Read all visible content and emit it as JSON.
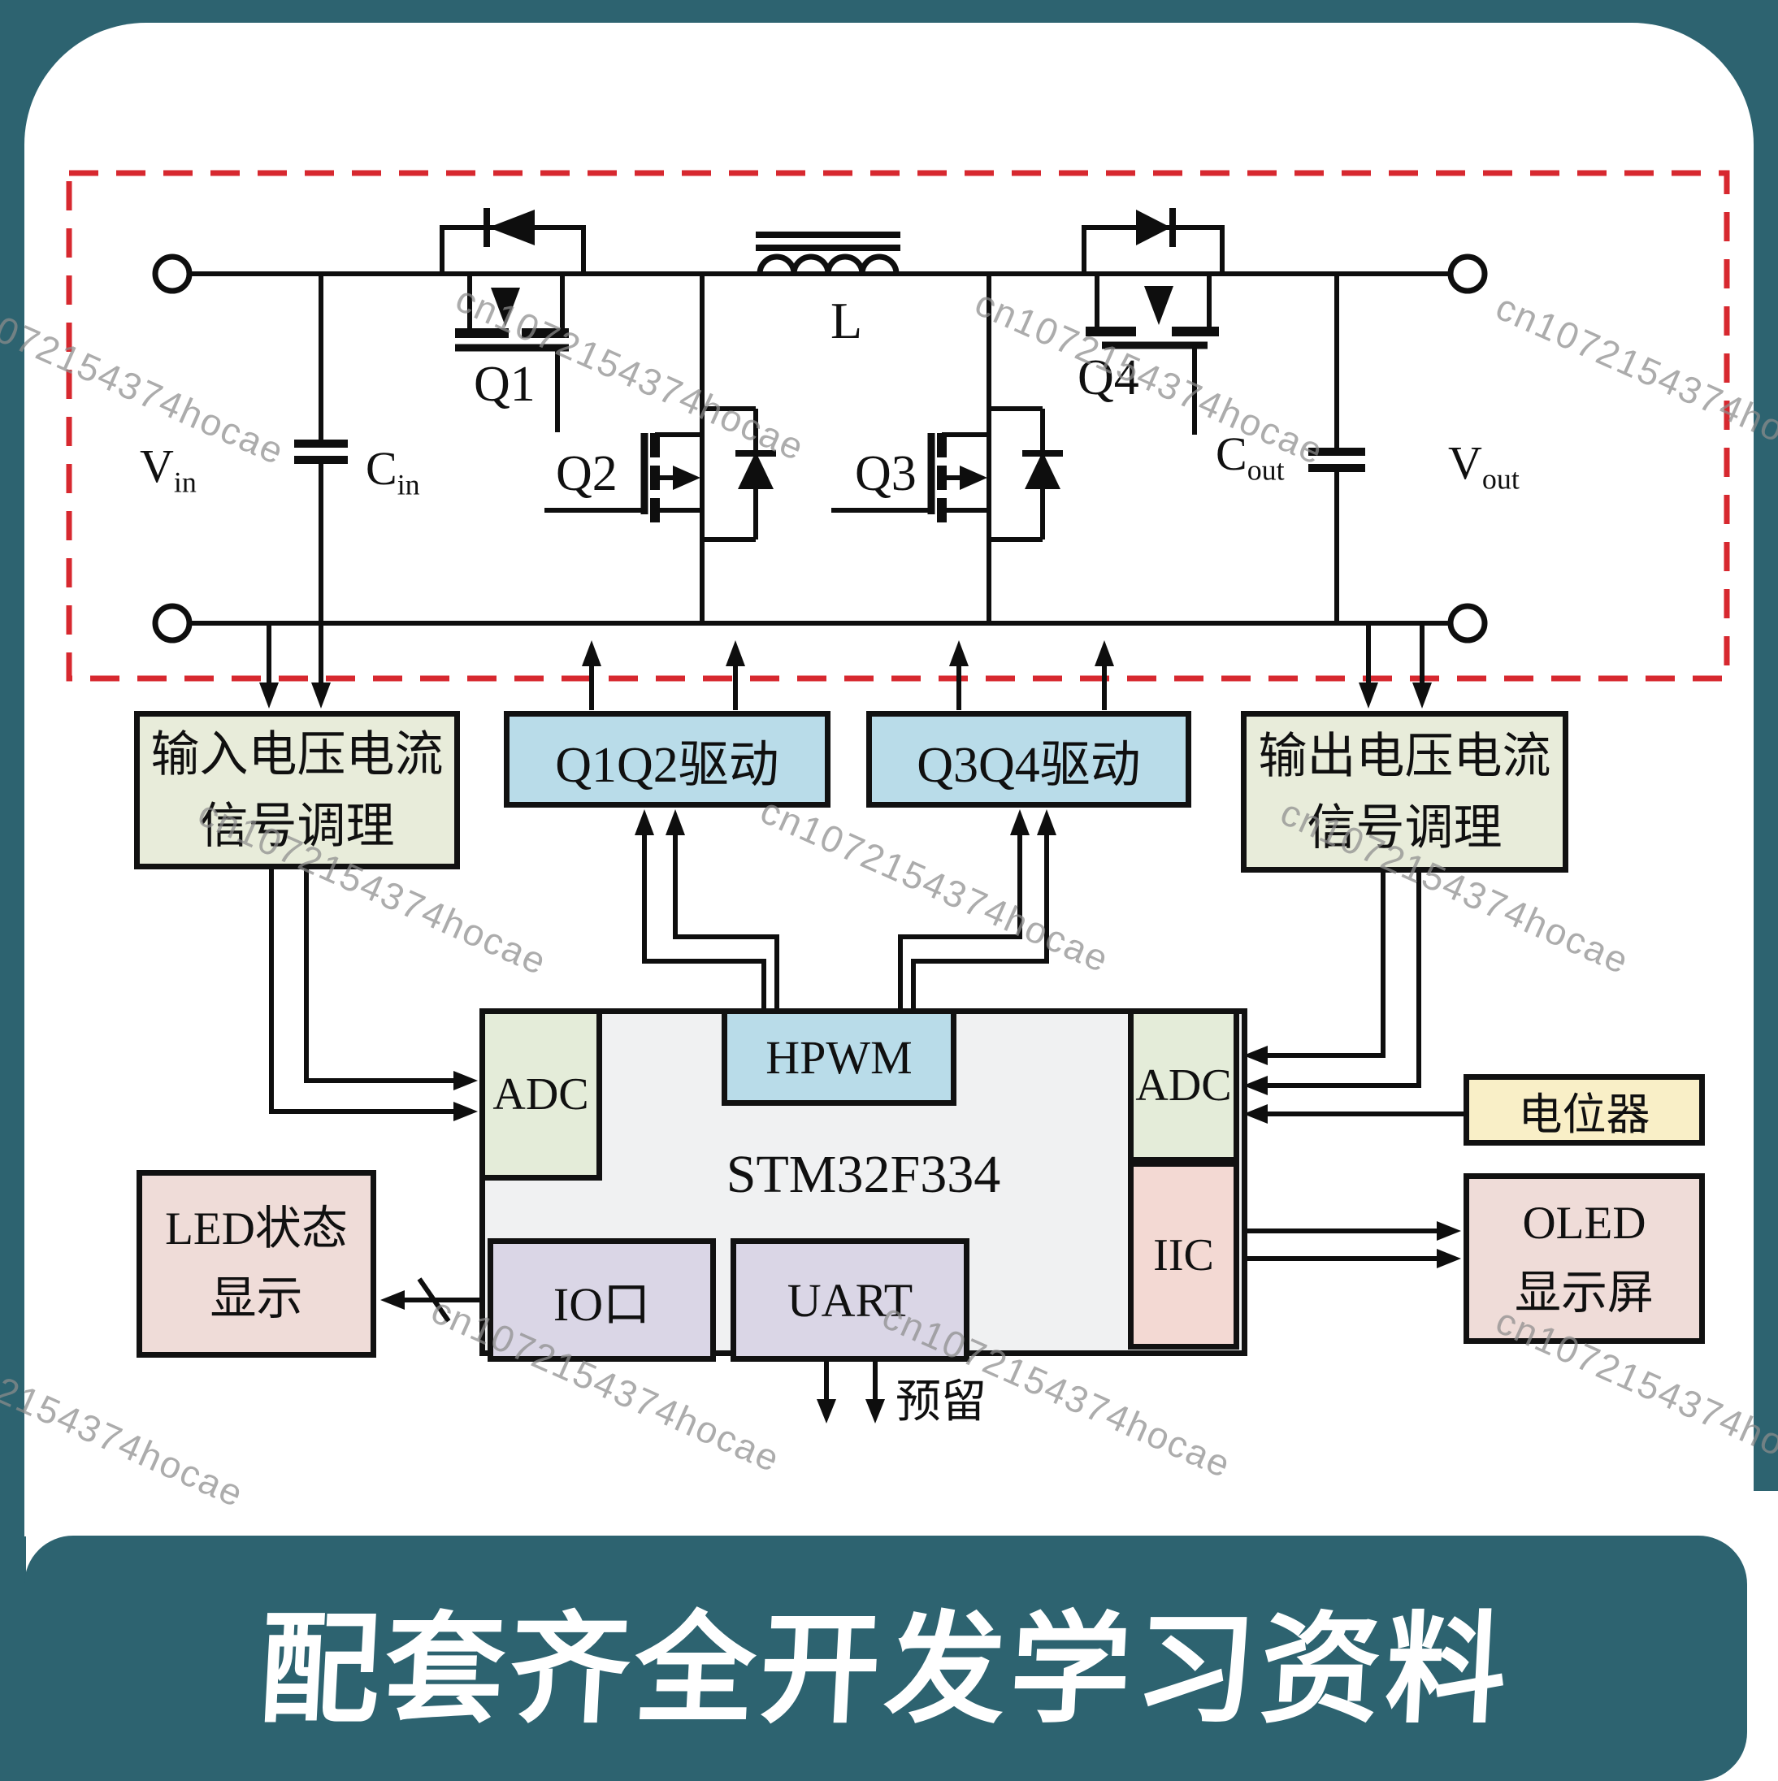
{
  "watermark": {
    "text": "cn1072154374hocae"
  },
  "banner": {
    "text": "配套齐全开发学习资料"
  },
  "power_stage": {
    "vin": {
      "base": "V",
      "sub": "in"
    },
    "cin": {
      "base": "C",
      "sub": "in"
    },
    "cout": {
      "base": "C",
      "sub": "out"
    },
    "vout": {
      "base": "V",
      "sub": "out"
    },
    "q1": "Q1",
    "q2": "Q2",
    "q3": "Q3",
    "q4": "Q4",
    "inductor": "L"
  },
  "blocks": {
    "input_cond": {
      "line1": "输入电压电流",
      "line2": "信号调理"
    },
    "q12_drive": {
      "label": "Q1Q2驱动"
    },
    "q34_drive": {
      "label": "Q3Q4驱动"
    },
    "output_cond": {
      "line1": "输出电压电流",
      "line2": "信号调理"
    },
    "mcu": {
      "label": "STM32F334",
      "adc": "ADC",
      "hpwm": "HPWM",
      "iic": "IIC",
      "io": "IO口",
      "uart": "UART"
    },
    "led": {
      "line1": "LED状态",
      "line2": "显示"
    },
    "pot": {
      "label": "电位器"
    },
    "oled": {
      "line1": "OLED",
      "line2": "显示屏"
    },
    "reserved": {
      "label": "预留"
    }
  }
}
